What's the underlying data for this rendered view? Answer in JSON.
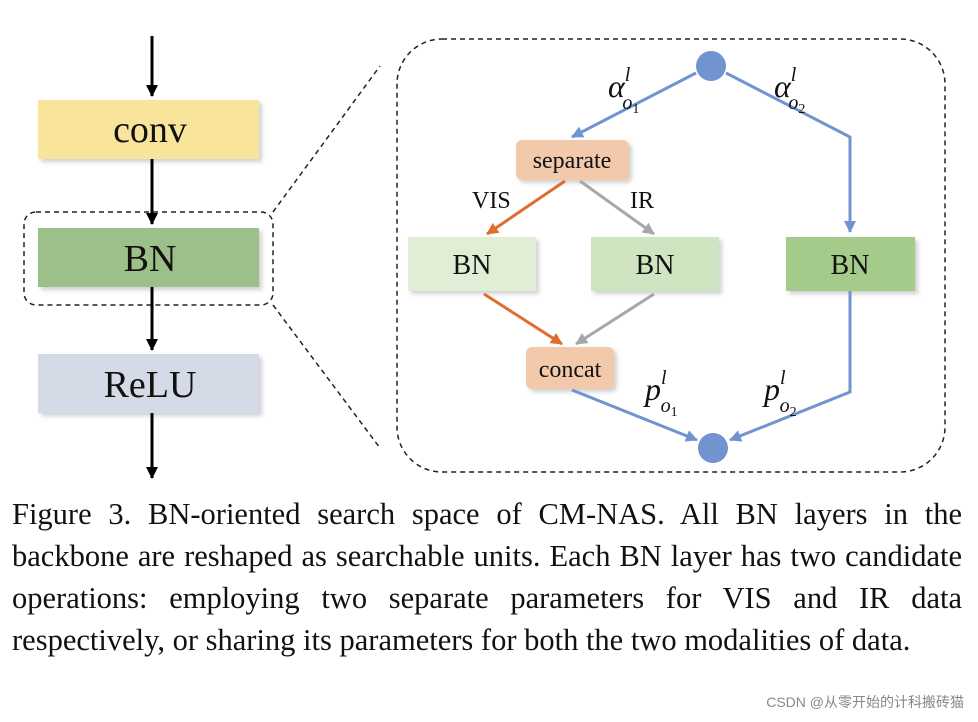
{
  "left_stack": {
    "conv_label": "conv",
    "bn_label": "BN",
    "relu_label": "ReLU"
  },
  "expanded": {
    "separate_label": "separate",
    "vis_label": "VIS",
    "ir_label": "IR",
    "bn_vis_label": "BN",
    "bn_ir_label": "BN",
    "bn_shared_label": "BN",
    "concat_label": "concat",
    "alpha_1": {
      "base": "α",
      "sup": "l",
      "sub": "o",
      "subsub": "1"
    },
    "alpha_2": {
      "base": "α",
      "sup": "l",
      "sub": "o",
      "subsub": "2"
    },
    "p_1": {
      "base": "p",
      "sup": "l",
      "sub": "o",
      "subsub": "1"
    },
    "p_2": {
      "base": "p",
      "sup": "l",
      "sub": "o",
      "subsub": "2"
    }
  },
  "caption": "Figure 3. BN-oriented search space of CM-NAS. All BN layers in the backbone are reshaped as searchable units. Each BN layer has two candidate operations: employing two separate parameters for VIS and IR data respectively, or sharing its parameters for both the two modalities of data.",
  "watermark": "CSDN @从零开始的计科搬砖猫",
  "colors": {
    "conv_fill": "#f9e49b",
    "bn_fill": "#9dbf8a",
    "relu_fill": "#d4dae6",
    "separate_fill": "#f3c9ac",
    "bn_light_fill": "#e1eed6",
    "bn_mid_fill": "#cfe4c0",
    "bn_shared_fill": "#a4cb89",
    "blue": "#7193d0",
    "orange": "#e06d2d",
    "gray": "#a8a8a8"
  }
}
